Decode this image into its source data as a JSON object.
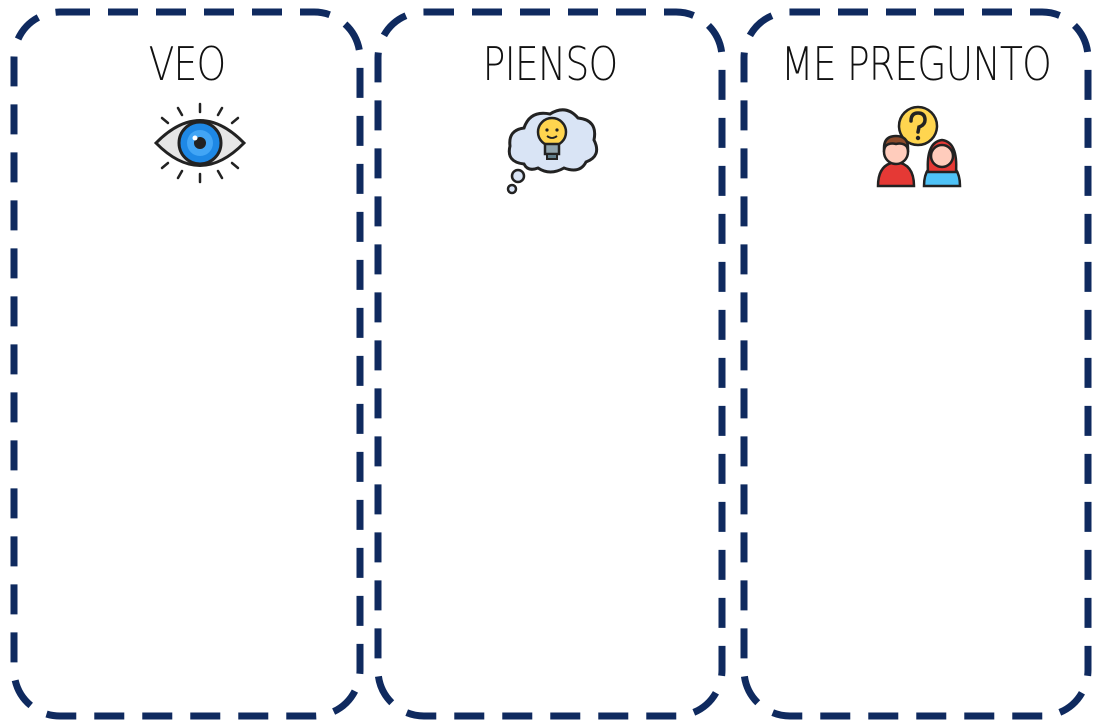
{
  "border_color": "#0f2a5f",
  "columns": [
    {
      "title": "VEO",
      "icon": "eye-icon"
    },
    {
      "title": "PIENSO",
      "icon": "thought-bubble-lightbulb-icon"
    },
    {
      "title": "ME PREGUNTO",
      "icon": "people-question-icon"
    }
  ]
}
